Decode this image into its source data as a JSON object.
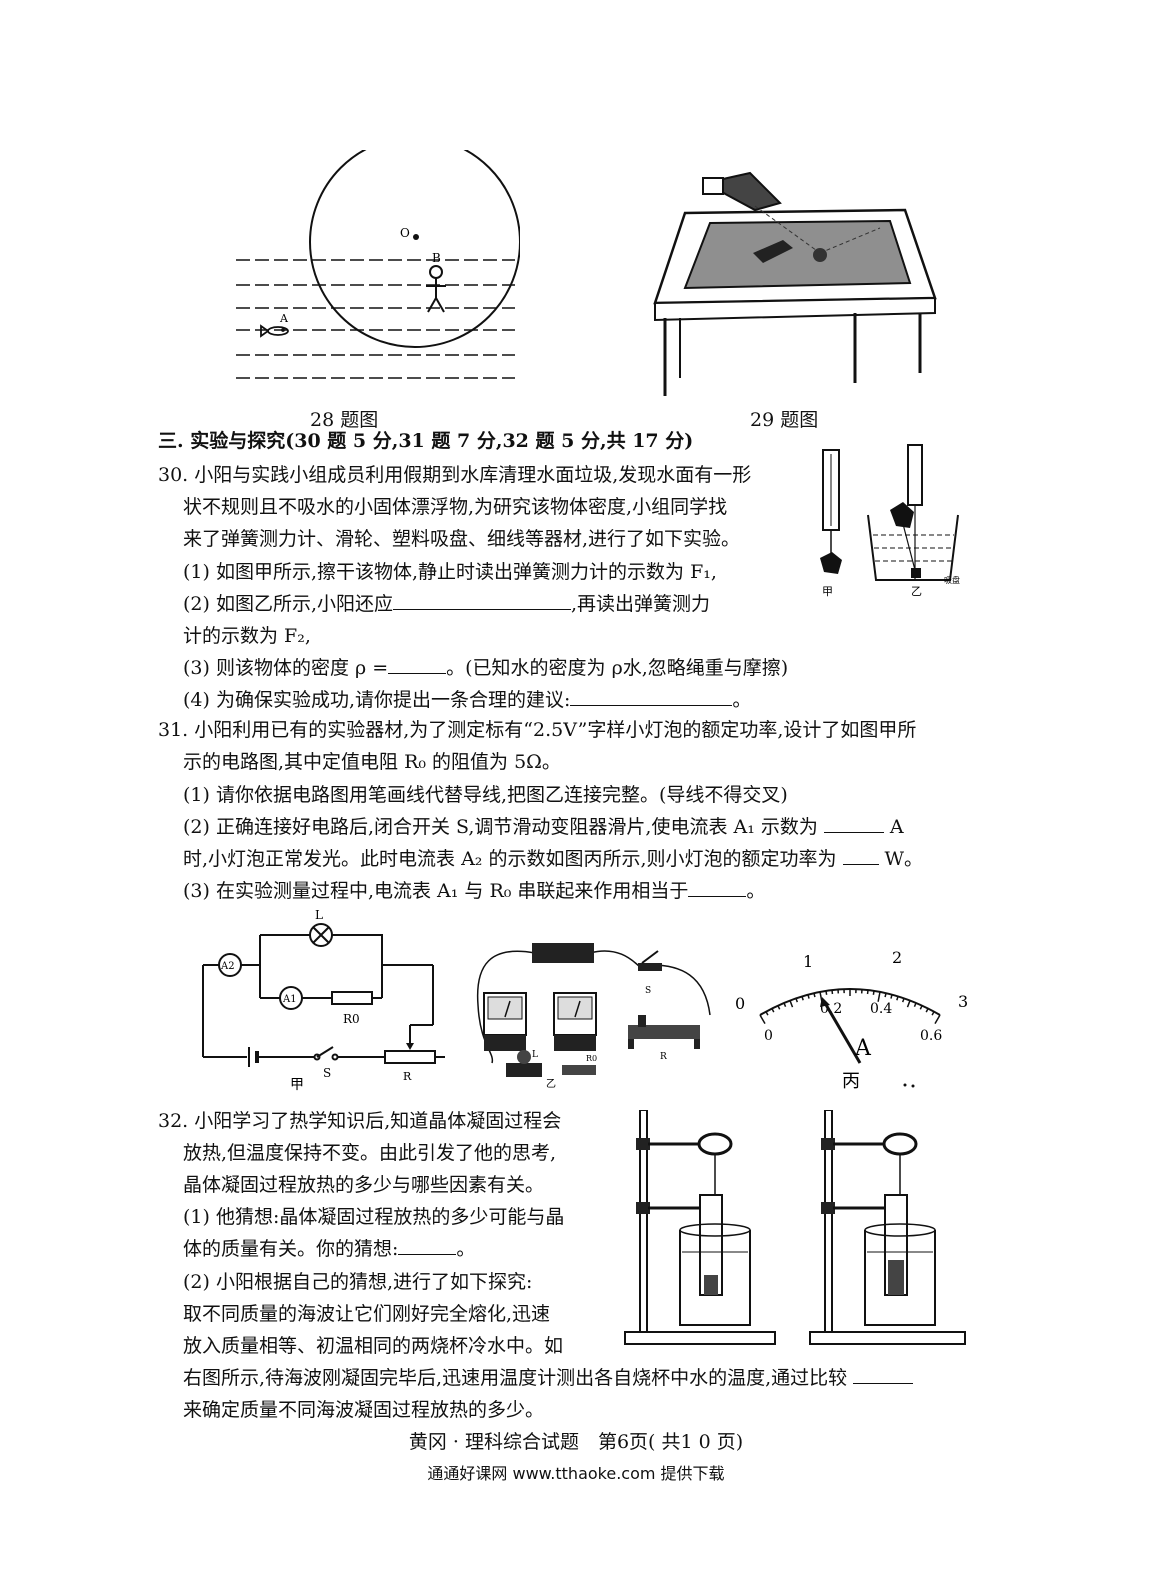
{
  "figures": {
    "fig28": {
      "caption": "28 题图",
      "label_o": "O",
      "label_b": "B",
      "label_a": "A"
    },
    "fig29": {
      "caption": "29 题图"
    },
    "fig30": {
      "label_jia": "甲",
      "label_yi": "乙",
      "label_tray": "吸盘"
    },
    "fig31": {
      "jia": {
        "lamp": "L",
        "a2": "A2",
        "a1": "A1",
        "r0": "R0",
        "switch": "S",
        "rheostat": "R",
        "label": "甲"
      },
      "yi": {
        "switch": "S",
        "rheostat": "R",
        "lamp": "L",
        "r0": "R0",
        "label": "乙"
      },
      "bing": {
        "top_ticks": [
          "0",
          "1",
          "2",
          "3"
        ],
        "bottom_ticks": [
          "0",
          "0.2",
          "0.4",
          "0.6"
        ],
        "unit": "A",
        "label": "丙"
      }
    }
  },
  "section3": {
    "heading": "三. 实验与探究(30 题 5 分,31 题 7 分,32 题 5 分,共 17 分)"
  },
  "q30": {
    "l1": "30. 小阳与实践小组成员利用假期到水库清理水面垃圾,发现水面有一形",
    "l2": "状不规则且不吸水的小固体漂浮物,为研究该物体密度,小组同学找",
    "l3": "来了弹簧测力计、滑轮、塑料吸盘、细线等器材,进行了如下实验。",
    "l4": "(1) 如图甲所示,擦干该物体,静止时读出弹簧测力计的示数为 F₁,",
    "l5a": "(2) 如图乙所示,小阳还应",
    "l5b": ",再读出弹簧测力",
    "l6": "计的示数为 F₂,",
    "l7a": "(3) 则该物体的密度 ρ =",
    "l7b": "。(已知水的密度为 ρ水,忽略绳重与摩擦)",
    "l8a": "(4) 为确保实验成功,请你提出一条合理的建议:",
    "l8b": "。"
  },
  "q31": {
    "l1": "31. 小阳利用已有的实验器材,为了测定标有“2.5V”字样小灯泡的额定功率,设计了如图甲所",
    "l2": "示的电路图,其中定值电阻 R₀ 的阻值为 5Ω。",
    "l3": "(1) 请你依据电路图用笔画线代替导线,把图乙连接完整。(导线不得交叉)",
    "l4a": "(2) 正确连接好电路后,闭合开关 S,调节滑动变阻器滑片,使电流表 A₁ 示数为",
    "l4b": "A",
    "l5a": "时,小灯泡正常发光。此时电流表 A₂ 的示数如图丙所示,则小灯泡的额定功率为",
    "l5b": "W。",
    "l6a": "(3) 在实验测量过程中,电流表 A₁ 与 R₀ 串联起来作用相当于",
    "l6b": "。"
  },
  "q32": {
    "l1": "32. 小阳学习了热学知识后,知道晶体凝固过程会",
    "l2": "放热,但温度保持不变。由此引发了他的思考,",
    "l3": "晶体凝固过程放热的多少与哪些因素有关。",
    "l4": "(1) 他猜想:晶体凝固过程放热的多少可能与晶",
    "l5a": "体的质量有关。你的猜想:",
    "l5b": "。",
    "l6": "(2) 小阳根据自己的猜想,进行了如下探究:",
    "l7": "取不同质量的海波让它们刚好完全熔化,迅速",
    "l8": "放入质量相等、初温相同的两烧杯冷水中。如",
    "l9a": "右图所示,待海波刚凝固完毕后,迅速用温度计测出各自烧杯中水的温度,通过比较",
    "l10": "来确定质量不同海波凝固过程放热的多少。"
  },
  "footer": {
    "text": "黄冈 · 理科综合试题　第6页( 共1 0 页)"
  },
  "credit": {
    "text": "通通好课网  www.tthaoke.com  提供下载"
  }
}
